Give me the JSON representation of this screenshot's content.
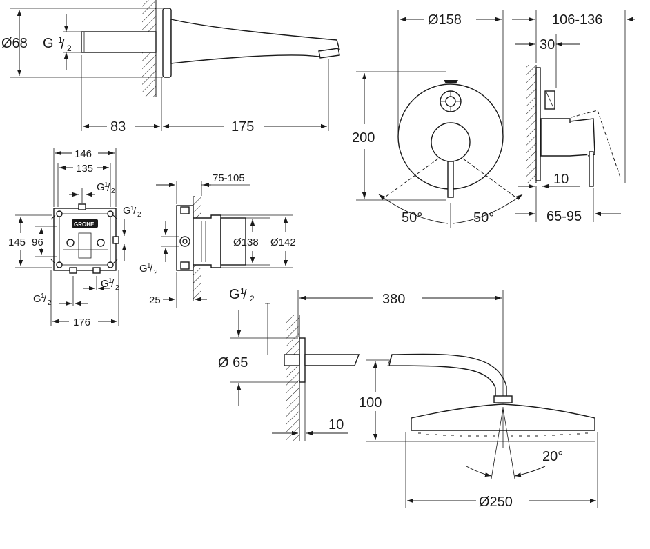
{
  "drawing": {
    "spout": {
      "diameter": "Ø68",
      "thread_main": "G",
      "thread_frac_num": "1",
      "thread_frac_den": "2",
      "wall_depth": "83",
      "projection": "175"
    },
    "trim_plate": {
      "diameter": "Ø158",
      "depth_range": "106-136",
      "plate_offset": "30",
      "height": "200",
      "handle_offset": "10",
      "angle_left": "50°",
      "angle_right": "50°",
      "lever_range": "65-95"
    },
    "box_front": {
      "width_outer": "146",
      "width_inner": "135",
      "height_outer": "145",
      "height_inner": "96",
      "thread_top_main": "G",
      "thread_right_main": "G",
      "thread_br_main": "G",
      "thread_bl_main": "G",
      "frac_num": "1",
      "frac_den": "2",
      "bottom_width": "176",
      "logo": "GROHE"
    },
    "box_side": {
      "depth_range": "75-105",
      "diameter_inner": "Ø138",
      "diameter_outer": "Ø142",
      "thread_main": "G",
      "frac_num": "1",
      "frac_den": "2",
      "offset": "25"
    },
    "shower": {
      "thread_main": "G",
      "frac_num": "1",
      "frac_den": "2",
      "arm_length": "380",
      "flange_diameter": "Ø 65",
      "drop_height": "100",
      "flange_depth": "10",
      "tilt_angle": "20°",
      "head_diameter": "Ø250"
    }
  }
}
